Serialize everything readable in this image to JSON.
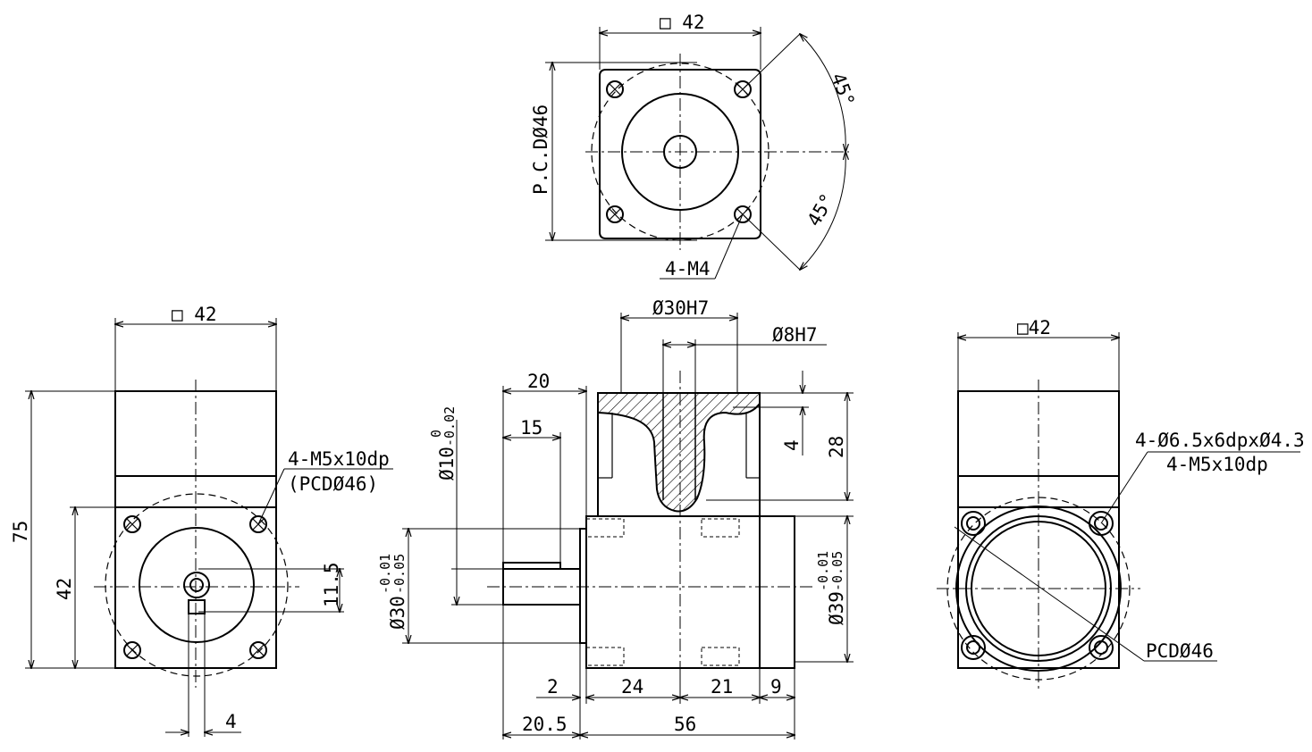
{
  "top_view": {
    "square": "□ 42",
    "pcd": "P.C.DØ46",
    "angle_upper": "45°",
    "angle_lower": "45°",
    "tap": "4-M4"
  },
  "left_view": {
    "square": "□ 42",
    "height_total": "75",
    "height_flange": "42",
    "offset": "11.5",
    "key_width": "4",
    "holes": "4-M5x10dp",
    "holes_pcd": "(PCDØ46)"
  },
  "center_view": {
    "bore": "Ø30H7",
    "shaft_bore": "Ø8H7",
    "shaft_len_20": "20",
    "shaft_len_15": "15",
    "shaft_dia_main": "Ø10",
    "shaft_dia_tol_upper": "0",
    "shaft_dia_tol_lower": "-0.02",
    "pilot_dia_main": "Ø30",
    "pilot_dia_tol_upper": "-0.01",
    "pilot_dia_tol_lower": "-0.05",
    "body_dia_main": "Ø39",
    "body_dia_tol_upper": "-0.01",
    "body_dia_tol_lower": "-0.05",
    "depth_4": "4",
    "height_28": "28",
    "len_2": "2",
    "len_24": "24",
    "len_21": "21",
    "len_9": "9",
    "len_20_5": "20.5",
    "len_56": "56"
  },
  "right_view": {
    "square": "□42",
    "holes_line1": "4-Ø6.5x6dpxØ4.3",
    "holes_line2": "4-M5x10dp",
    "pcd": "PCDØ46"
  }
}
